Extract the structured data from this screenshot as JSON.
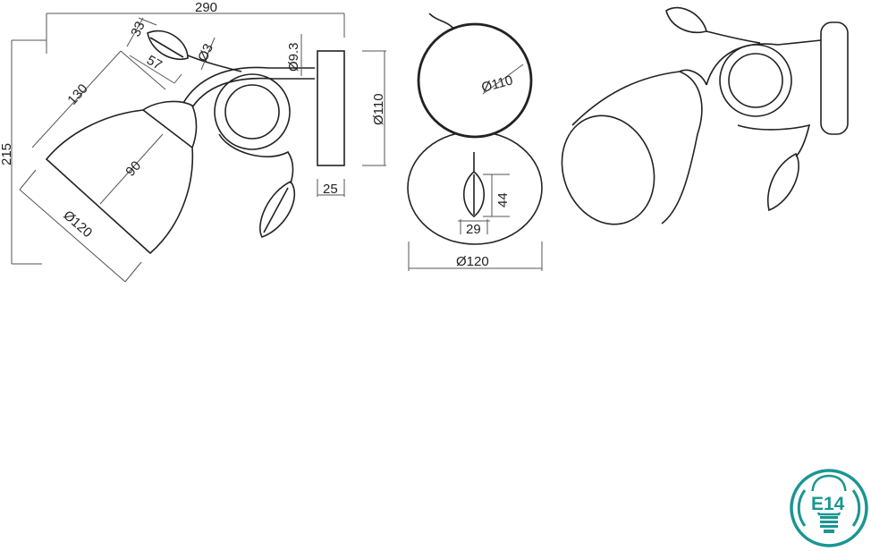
{
  "drawing": {
    "side_view": {
      "overall_width": "290",
      "overall_height": "215",
      "leaf_length": "33",
      "leaf_offset": "57",
      "wire_diameter": "Ø3",
      "arm_diameter": "Ø9.3",
      "shade_length": "130",
      "shade_height": "90",
      "shade_diameter": "Ø120",
      "plate_diameter": "Ø110",
      "plate_depth": "25"
    },
    "front_view": {
      "plate_diameter": "Ø110",
      "leaf_height": "44",
      "leaf_width": "29",
      "shade_diameter": "Ø120"
    }
  },
  "badge": {
    "socket_label": "E14",
    "color": "#1a9692"
  }
}
